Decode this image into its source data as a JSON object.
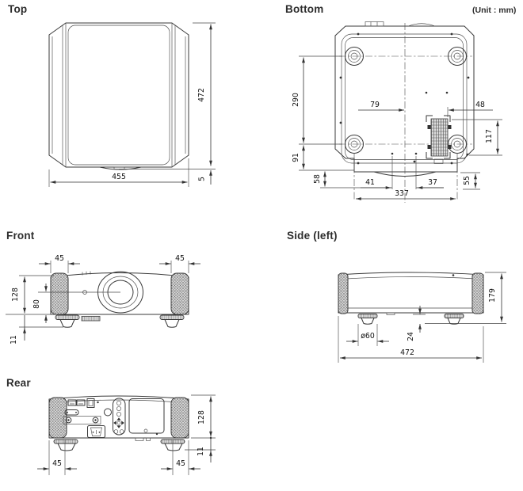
{
  "unit_note": "(Unit : mm)",
  "colors": {
    "line": "#3a3a3a",
    "text": "#1c1c1c",
    "background": "#ffffff"
  },
  "views": {
    "top": {
      "title": "Top",
      "dims": {
        "depth": "472",
        "width": "455",
        "front_protrusion": "5"
      }
    },
    "bottom": {
      "title": "Bottom",
      "dims": {
        "feet_pitch_depth": "290",
        "foot_to_edge": "91",
        "edge_to_front": "58",
        "center_offset": "79",
        "mount_width": "48",
        "mount_height": "117",
        "front_to_edge_right": "55",
        "hole_pitch_left": "41",
        "hole_pitch_right": "37",
        "feet_pitch_width": "337"
      }
    },
    "front": {
      "title": "Front",
      "dims": {
        "left_vent_width": "45",
        "right_vent_width": "45",
        "body_height": "128",
        "lens_center_height": "80",
        "foot_height": "11"
      }
    },
    "side": {
      "title": "Side (left)",
      "dims": {
        "total_height": "179",
        "foot_diameter": "ø60",
        "foot_height": "24",
        "depth": "472"
      }
    },
    "rear": {
      "title": "Rear",
      "dims": {
        "body_height": "128",
        "foot_height": "11",
        "left_vent_width": "45",
        "right_vent_width": "45"
      }
    }
  }
}
